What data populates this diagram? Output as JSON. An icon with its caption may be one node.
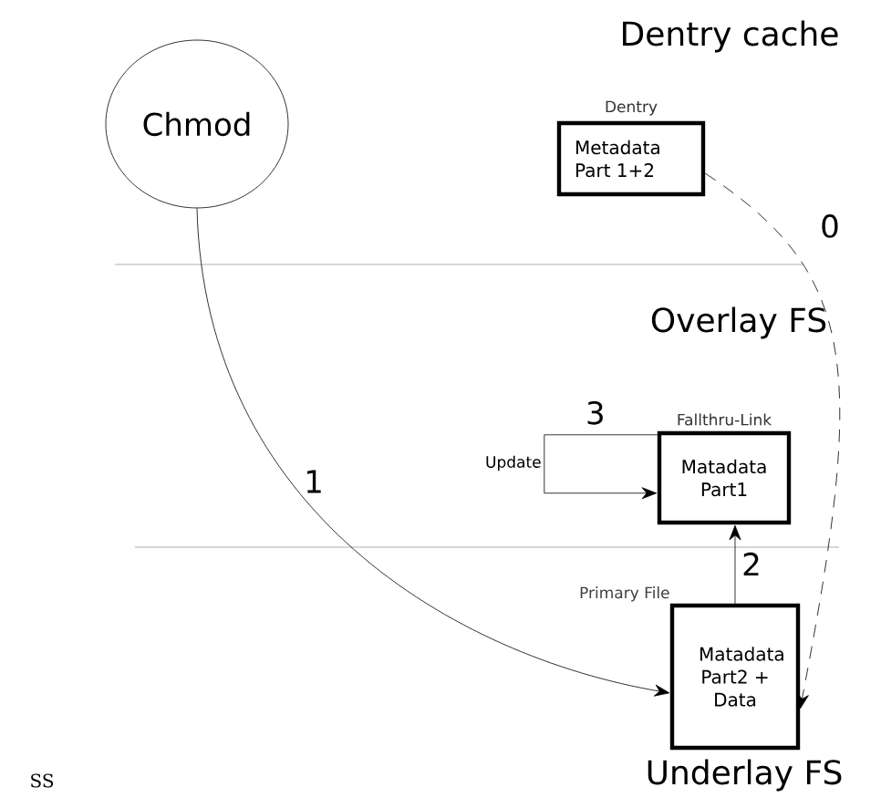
{
  "diagram": {
    "nodes": [
      {
        "text": [
          "Chmod"
        ]
      },
      {
        "text": [
          "Dentry",
          "Metadata Part 1+2"
        ]
      },
      {
        "text": [
          "Fallthru-Link",
          "Matadata Part1"
        ]
      },
      {
        "text": [
          "Primary File",
          "Matadata Part2 + Data"
        ]
      }
    ],
    "edges": [
      {
        "from": 0,
        "to": 3,
        "arrow": "to",
        "label": "1"
      },
      {
        "from": 1,
        "to": 3,
        "arrow": "to",
        "label": "0",
        "style": "dashed"
      },
      {
        "from": 3,
        "to": 2,
        "arrow": "to",
        "label": "2"
      },
      {
        "from": 2,
        "to": 2,
        "arrow": "to",
        "label": "3"
      }
    ],
    "labels": [
      "Dentry cache",
      "Overlay FS",
      "Underlay FS",
      "Update",
      "SS"
    ]
  }
}
